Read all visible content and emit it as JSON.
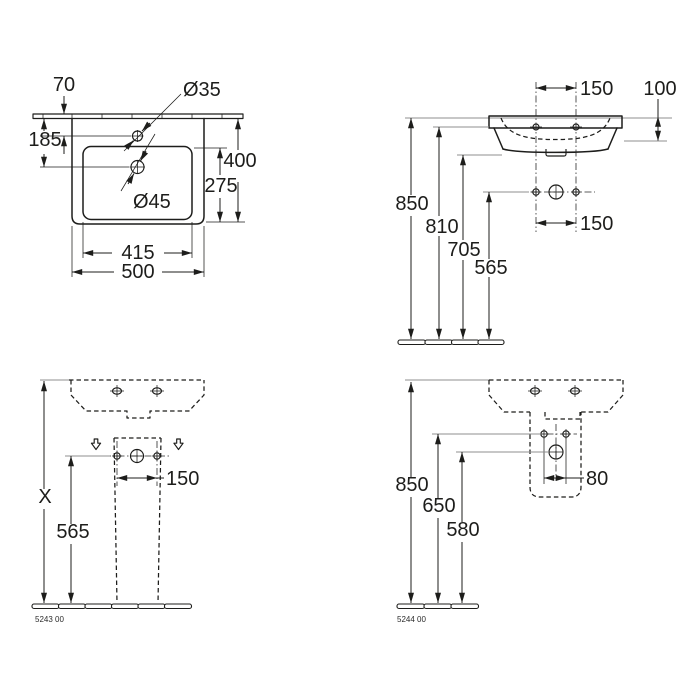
{
  "colors": {
    "ink": "#1d1d1b",
    "reference_line": "#8f8f8f",
    "background": "#ffffff"
  },
  "views": {
    "plan": {
      "dims": {
        "tap_hole_offset": "70",
        "drain_offset": "185",
        "tap_hole_diameter": "Ø35",
        "drain_diameter": "Ø45",
        "overall_depth": "400",
        "bowl_depth": "275",
        "bowl_width": "415",
        "overall_width": "500"
      }
    },
    "wall_elevation": {
      "dims": {
        "fixing_hole_spacing": "150",
        "front_height": "100",
        "rim_height": "850",
        "fixing_hole_height": "810",
        "underside_height": "705",
        "connection_height": "565",
        "connection_spacing": "150"
      }
    },
    "front_with_pedestal": {
      "dims": {
        "rim_height": "X",
        "connection_height": "565",
        "connection_spacing": "150"
      },
      "product_code": "5243 00"
    },
    "side_with_semipedestal": {
      "dims": {
        "rim_height": "850",
        "connection_height": "650",
        "waste_height": "580",
        "connection_spacing": "80"
      },
      "product_code": "5244 00"
    }
  }
}
